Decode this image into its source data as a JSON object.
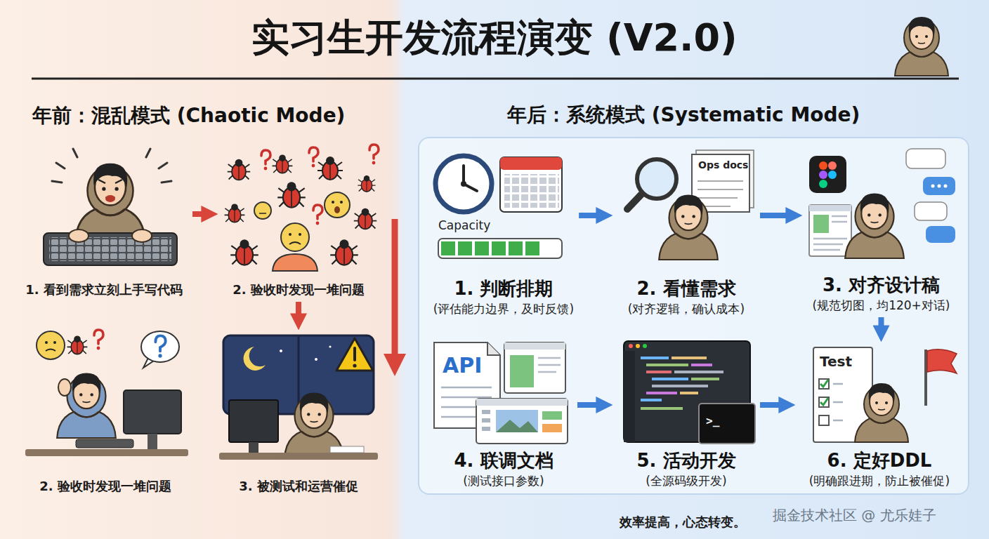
{
  "diagram": {
    "title": "实习生开发流程演变 (V2.0)",
    "caption": "效率提高，心态转变。",
    "nodes": [
      {
        "text": [
          "年前：混乱模式 (Chaotic Mode)"
        ]
      },
      {
        "text": [
          "1. 看到需求立刻上手写代码"
        ],
        "in": 0
      },
      {
        "text": [
          "2. 验收时发现一堆问题"
        ],
        "in": 0
      },
      {
        "text": [
          "2. 验收时发现一堆问题"
        ],
        "in": 0
      },
      {
        "text": [
          "3. 被测试和运营催促"
        ],
        "in": 0
      },
      {
        "text": [
          "年后：系统模式 (Systematic Mode)"
        ]
      },
      {
        "text": [
          "1. 判断排期",
          "(评估能力边界，及时反馈)"
        ],
        "in": 5
      },
      {
        "text": [
          "2. 看懂需求",
          "(对齐逻辑，确认成本)"
        ],
        "in": 5
      },
      {
        "text": [
          "3. 对齐设计稿",
          "(规范切图，均120+对话)"
        ],
        "in": 5
      },
      {
        "text": [
          "4. 联调文档",
          "(测试接口参数)"
        ],
        "in": 5
      },
      {
        "text": [
          "5. 活动开发",
          "(全源码级开发)"
        ],
        "in": 5
      },
      {
        "text": [
          "6. 定好DDL",
          "(明确跟进期，防止被催促)"
        ],
        "in": 5
      }
    ],
    "edges": [
      {
        "from": 1,
        "to": 2,
        "arrow": "to"
      },
      {
        "from": 2,
        "to": 4,
        "arrow": "to"
      },
      {
        "from": 6,
        "to": 7,
        "arrow": "to"
      },
      {
        "from": 7,
        "to": 8,
        "arrow": "to"
      },
      {
        "from": 8,
        "to": 11,
        "arrow": "to"
      },
      {
        "from": 9,
        "to": 10,
        "arrow": "to"
      },
      {
        "from": 10,
        "to": 11,
        "arrow": "to"
      }
    ],
    "labels": [
      "Capacity",
      "Ops docs",
      "API",
      ">_",
      "Test",
      "掘金技术社区 @ 尤乐娃子"
    ]
  }
}
